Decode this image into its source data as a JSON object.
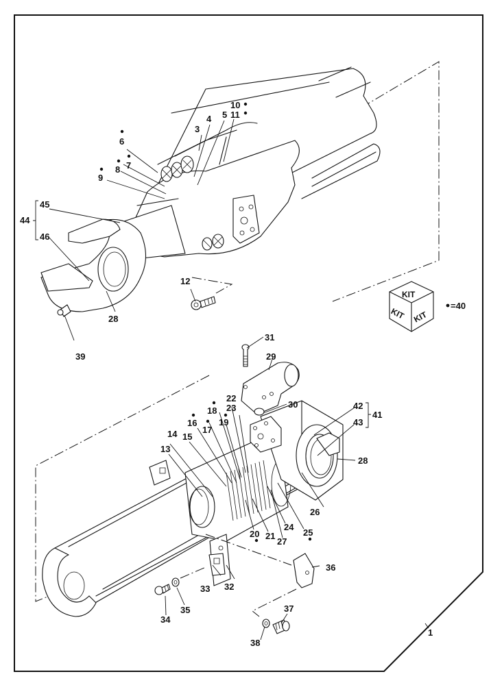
{
  "drawing": {
    "title": "Hydraulic cylinder exploded parts diagram",
    "kit_legend": {
      "cube_faces": [
        "KIT",
        "KIT",
        "KIT"
      ],
      "bullet_meaning": "=40"
    },
    "assembly_label": "1",
    "callouts": [
      {
        "id": "3",
        "text": "3",
        "kit": false
      },
      {
        "id": "4",
        "text": "4",
        "kit": false
      },
      {
        "id": "5",
        "text": "5",
        "kit": false
      },
      {
        "id": "6",
        "text": "6",
        "kit": true
      },
      {
        "id": "7",
        "text": "7",
        "kit": true
      },
      {
        "id": "8",
        "text": "8",
        "kit": true
      },
      {
        "id": "9",
        "text": "9",
        "kit": true
      },
      {
        "id": "10",
        "text": "10",
        "kit": true
      },
      {
        "id": "11",
        "text": "11",
        "kit": true
      },
      {
        "id": "12",
        "text": "12",
        "kit": false
      },
      {
        "id": "13",
        "text": "13",
        "kit": false
      },
      {
        "id": "14",
        "text": "14",
        "kit": false
      },
      {
        "id": "15",
        "text": "15",
        "kit": false
      },
      {
        "id": "16",
        "text": "16",
        "kit": true
      },
      {
        "id": "17",
        "text": "17",
        "kit": true
      },
      {
        "id": "18",
        "text": "18",
        "kit": true
      },
      {
        "id": "19",
        "text": "19",
        "kit": true
      },
      {
        "id": "20",
        "text": "20",
        "kit": true
      },
      {
        "id": "21",
        "text": "21",
        "kit": false
      },
      {
        "id": "22",
        "text": "22",
        "kit": false
      },
      {
        "id": "23",
        "text": "23",
        "kit": false
      },
      {
        "id": "24",
        "text": "24",
        "kit": false
      },
      {
        "id": "25",
        "text": "25",
        "kit": true
      },
      {
        "id": "26",
        "text": "26",
        "kit": false
      },
      {
        "id": "27",
        "text": "27",
        "kit": false
      },
      {
        "id": "28a",
        "text": "28",
        "kit": false
      },
      {
        "id": "28b",
        "text": "28",
        "kit": false
      },
      {
        "id": "29",
        "text": "29",
        "kit": false
      },
      {
        "id": "30",
        "text": "30",
        "kit": false
      },
      {
        "id": "31",
        "text": "31",
        "kit": false
      },
      {
        "id": "32",
        "text": "32",
        "kit": false
      },
      {
        "id": "33",
        "text": "33",
        "kit": false
      },
      {
        "id": "34",
        "text": "34",
        "kit": false
      },
      {
        "id": "35",
        "text": "35",
        "kit": false
      },
      {
        "id": "36",
        "text": "36",
        "kit": false
      },
      {
        "id": "37",
        "text": "37",
        "kit": false
      },
      {
        "id": "38",
        "text": "38",
        "kit": false
      },
      {
        "id": "39",
        "text": "39",
        "kit": false
      },
      {
        "id": "41",
        "text": "41",
        "kit": false
      },
      {
        "id": "42",
        "text": "42",
        "kit": false
      },
      {
        "id": "43",
        "text": "43",
        "kit": false
      },
      {
        "id": "44",
        "text": "44",
        "kit": false
      },
      {
        "id": "45",
        "text": "45",
        "kit": false
      },
      {
        "id": "46",
        "text": "46",
        "kit": false
      }
    ],
    "groups": [
      {
        "parent": "44",
        "children": [
          "45",
          "46"
        ]
      },
      {
        "parent": "41",
        "children": [
          "42",
          "43"
        ]
      }
    ]
  }
}
